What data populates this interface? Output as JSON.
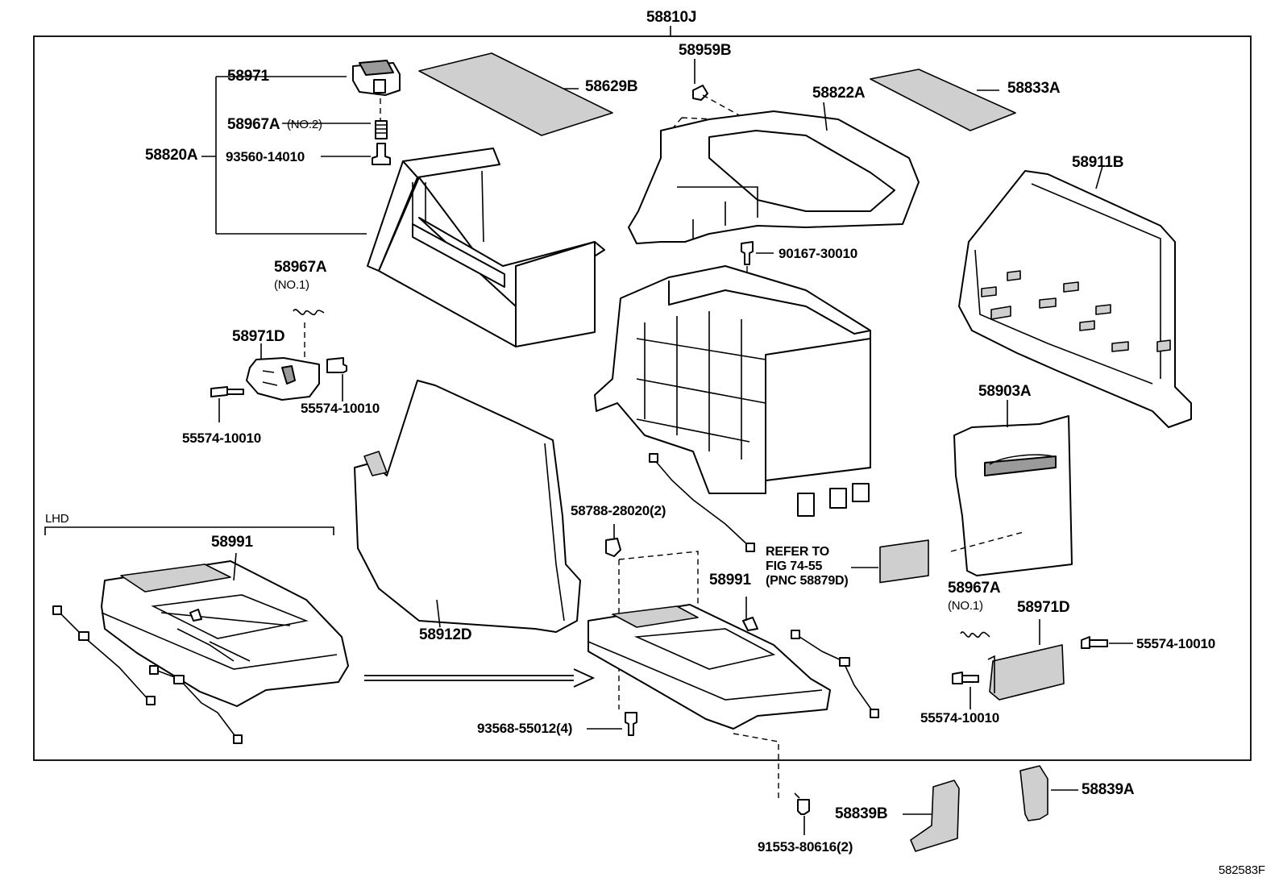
{
  "diagram": {
    "assembly_number": "58810J",
    "figure_code": "582583F",
    "lhd_label": "LHD",
    "refer_note": {
      "line1": "REFER TO",
      "line2": "FIG 74-55",
      "line3": "(PNC 58879D)"
    },
    "parts": {
      "p58959B": "58959B",
      "p58971": "58971",
      "p58629B": "58629B",
      "p58822A": "58822A",
      "p58833A": "58833A",
      "p58967A_no2": "58967A",
      "p58967A_no2_note": "(NO.2)",
      "p58820A": "58820A",
      "p93560": "93560-14010",
      "p58911B": "58911B",
      "p90167": "90167-30010",
      "p58967A_no1": "58967A",
      "p58967A_no1_note": "(NO.1)",
      "p58971D": "58971D",
      "p55574_a": "55574-10010",
      "p55574_b": "55574-10010",
      "p58903A": "58903A",
      "p58991_left": "58991",
      "p58788": "58788-28020(2)",
      "p58991_right": "58991",
      "p58912D": "58912D",
      "p58967A_no1_b": "58967A",
      "p58967A_no1_b_note": "(NO.1)",
      "p58971D_b": "58971D",
      "p55574_c": "55574-10010",
      "p55574_d": "55574-10010",
      "p93568": "93568-55012(4)",
      "p58839B": "58839B",
      "p58839A": "58839A",
      "p91553": "91553-80616(2)"
    }
  }
}
